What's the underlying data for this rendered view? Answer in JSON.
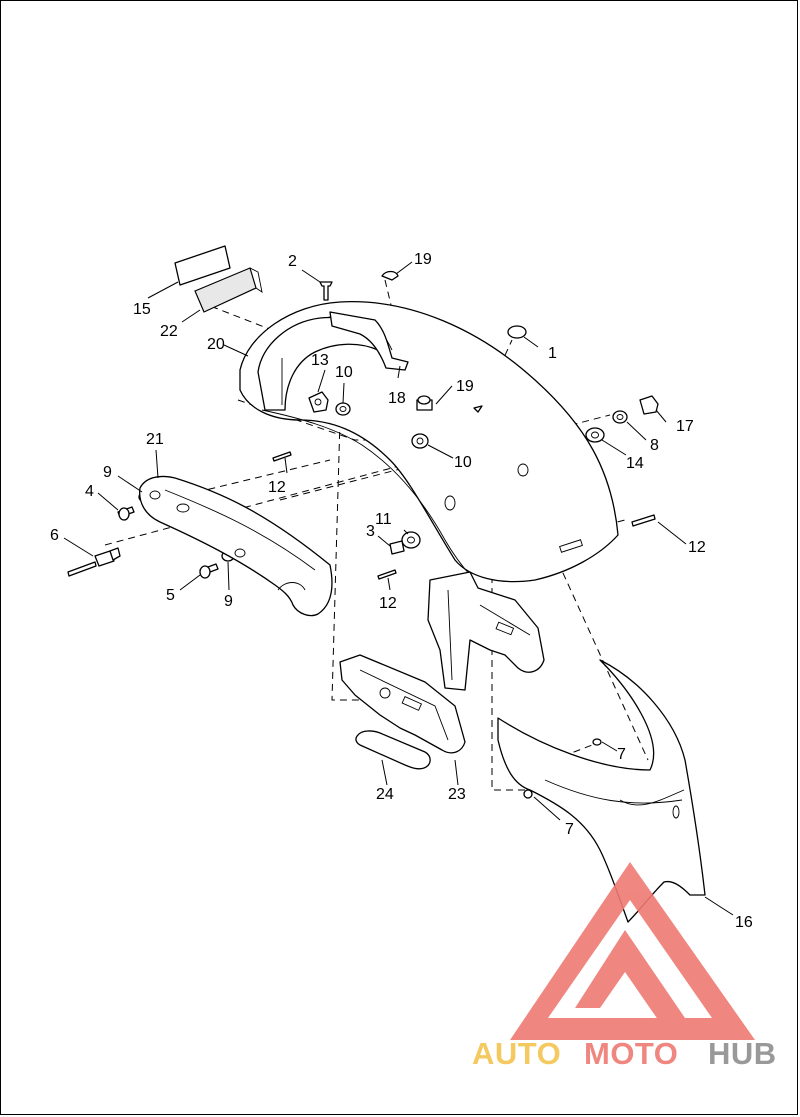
{
  "diagram": {
    "callouts": [
      {
        "id": "c1",
        "label": "1"
      },
      {
        "id": "c2",
        "label": "2"
      },
      {
        "id": "c3",
        "label": "3"
      },
      {
        "id": "c4",
        "label": "4"
      },
      {
        "id": "c5",
        "label": "5"
      },
      {
        "id": "c6",
        "label": "6"
      },
      {
        "id": "c7a",
        "label": "7"
      },
      {
        "id": "c7b",
        "label": "7"
      },
      {
        "id": "c8",
        "label": "8"
      },
      {
        "id": "c9a",
        "label": "9"
      },
      {
        "id": "c9b",
        "label": "9"
      },
      {
        "id": "c10a",
        "label": "10"
      },
      {
        "id": "c10b",
        "label": "10"
      },
      {
        "id": "c11",
        "label": "11"
      },
      {
        "id": "c12a",
        "label": "12"
      },
      {
        "id": "c12b",
        "label": "12"
      },
      {
        "id": "c12c",
        "label": "12"
      },
      {
        "id": "c13",
        "label": "13"
      },
      {
        "id": "c14",
        "label": "14"
      },
      {
        "id": "c15",
        "label": "15"
      },
      {
        "id": "c16",
        "label": "16"
      },
      {
        "id": "c17",
        "label": "17"
      },
      {
        "id": "c18",
        "label": "18"
      },
      {
        "id": "c19a",
        "label": "19"
      },
      {
        "id": "c19b",
        "label": "19"
      },
      {
        "id": "c20",
        "label": "20"
      },
      {
        "id": "c21",
        "label": "21"
      },
      {
        "id": "c22",
        "label": "22"
      },
      {
        "id": "c23",
        "label": "23"
      },
      {
        "id": "c24",
        "label": "24"
      }
    ]
  },
  "watermark": {
    "text_auto": "AUTO",
    "text_moto": "MOTO",
    "text_hub": "HUB",
    "colors": {
      "auto": "#f3c44f",
      "moto": "#ee7b73",
      "hub": "#8f8f8f",
      "triangle": "#ee7b73"
    }
  }
}
